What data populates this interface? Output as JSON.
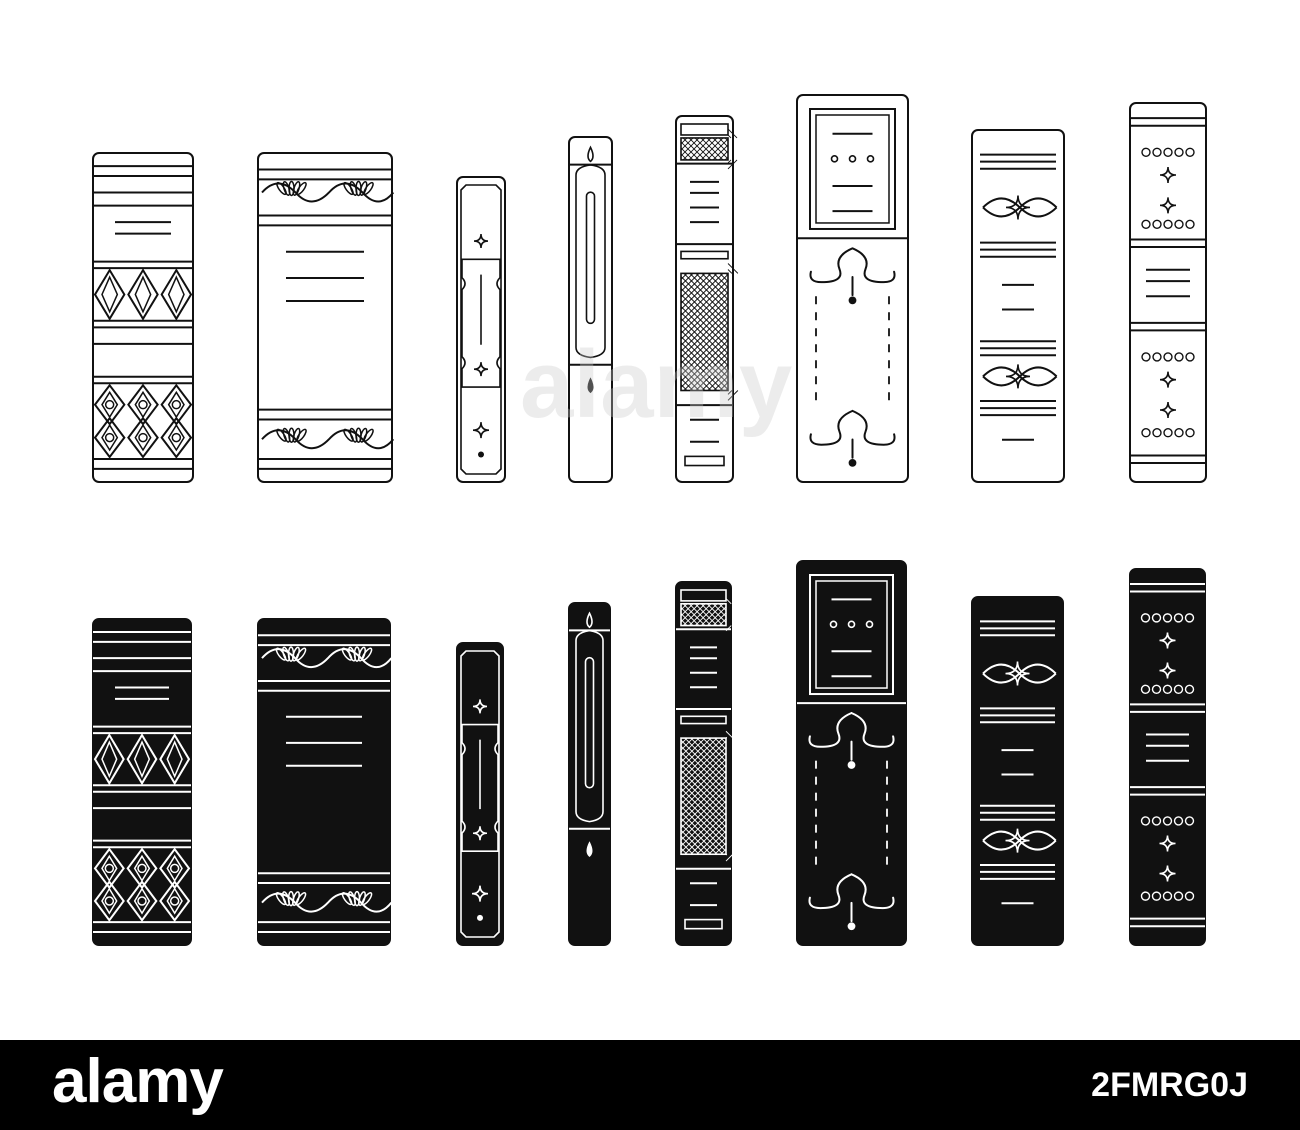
{
  "colors": {
    "ink": "#111111",
    "paper": "#ffffff",
    "footer": "#000000"
  },
  "books_outline": [
    {
      "style": "diamond-bands"
    },
    {
      "style": "floral-bands"
    },
    {
      "style": "fleur-slim"
    },
    {
      "style": "drop-capsule"
    },
    {
      "style": "lattice"
    },
    {
      "style": "scroll-frame"
    },
    {
      "style": "knot-bands"
    },
    {
      "style": "star-ornaments"
    }
  ],
  "books_solid": [
    {
      "style": "diamond-bands"
    },
    {
      "style": "floral-bands"
    },
    {
      "style": "fleur-slim"
    },
    {
      "style": "drop-capsule"
    },
    {
      "style": "lattice"
    },
    {
      "style": "scroll-frame"
    },
    {
      "style": "knot-bands"
    },
    {
      "style": "star-ornaments"
    }
  ],
  "watermark": {
    "text": "alamy"
  },
  "footer": {
    "logo": "alamy",
    "image_id": "2FMRG0J"
  }
}
